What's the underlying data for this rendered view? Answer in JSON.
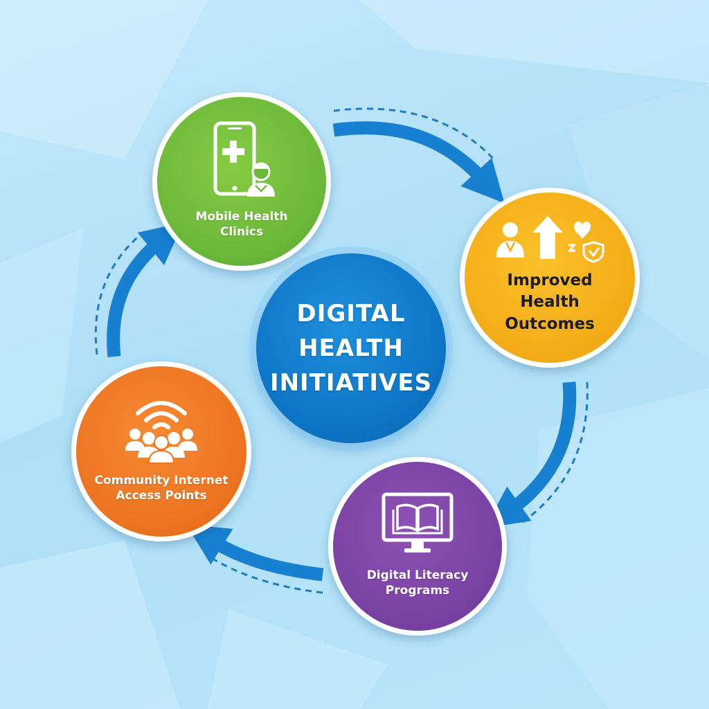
{
  "hub": {
    "title": "DIGITAL\nHEALTH\nINITIATIVES"
  },
  "nodes": [
    {
      "id": "mobile",
      "label": "Mobile Health\nClinics",
      "icon": "smartphone-medical-icon",
      "color": "#6cb83a"
    },
    {
      "id": "outcomes",
      "label": "Improved\nHealth\nOutcomes",
      "icon": "health-outcomes-icon",
      "color": "#f4ad19"
    },
    {
      "id": "literacy",
      "label": "Digital Literacy\nPrograms",
      "icon": "computer-book-icon",
      "color": "#7a42a3"
    },
    {
      "id": "community",
      "label": "Community Internet\nAccess Points",
      "icon": "wifi-community-icon",
      "color": "#ed7420"
    }
  ],
  "colors": {
    "background": "#b9e5fa",
    "arrow": "#1880d0",
    "hub": "#0f77c8"
  }
}
